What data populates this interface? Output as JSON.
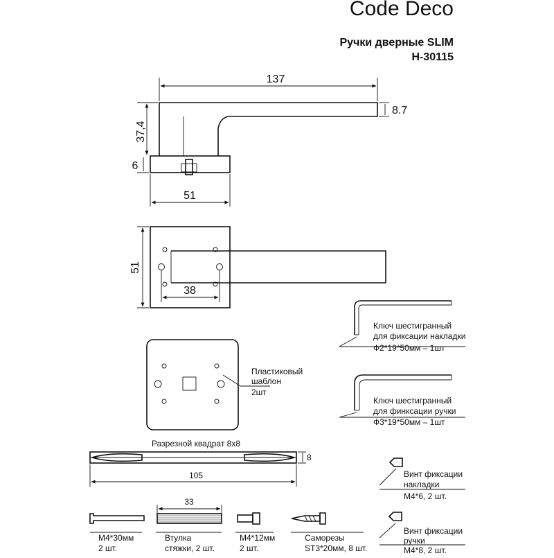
{
  "header": {
    "brand": "Code Deco",
    "title": "Ручки дверные SLIM",
    "model": "H-30115"
  },
  "side_view": {
    "dim_length": "137",
    "dim_height": "37,4",
    "dim_lever_thickness": "8.7",
    "dim_rose_thickness": "6",
    "dim_rose_width": "51"
  },
  "front_view": {
    "dim_rose_height": "51",
    "dim_hole_spacing": "38"
  },
  "template": {
    "name_line1": "Пластиковый",
    "name_line2": "шаблон",
    "qty": "2шт"
  },
  "hex_keys": [
    {
      "line1": "Ключ шестигранный",
      "line2": "для фиксации накладки",
      "line3": "Ф2*19*50мм – 1шт"
    },
    {
      "line1": "Ключ шестигранный",
      "line2": "для финксации ручки",
      "line3": "Ф3*19*50мм – 1шт"
    }
  ],
  "spindle": {
    "label": "Разрезной квадрат 8х8",
    "dim_length": "105",
    "dim_height": "8"
  },
  "set_screws": [
    {
      "line1": "Винт фиксации",
      "line2": "накладки",
      "line3": "М4*6, 2 шт."
    },
    {
      "line1": "Винт фиксации",
      "line2": "ручки",
      "line3": "М4*8, 2 шт."
    }
  ],
  "parts": [
    {
      "name": "М4*30мм",
      "qty": "2 шт."
    },
    {
      "name": "Втулка",
      "qty": "стяжки, 2 шт."
    },
    {
      "name": "М4*12мм",
      "qty": "2 шт."
    },
    {
      "name": "Саморезы",
      "qty": "ST3*20мм, 8 шт."
    }
  ],
  "sleeve": {
    "dim_length": "33"
  }
}
